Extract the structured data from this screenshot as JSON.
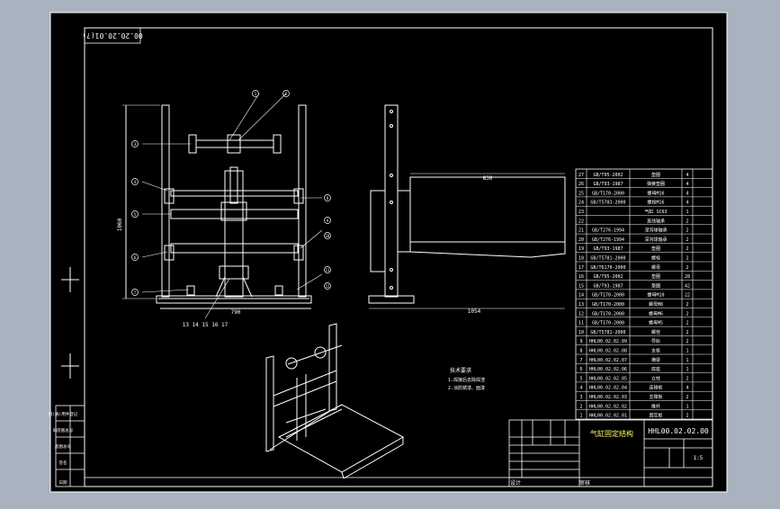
{
  "colors": {
    "workspace_bg": "#a9b3c0",
    "sheet_bg": "#000000",
    "line": "#ffffff",
    "accent": "#ffff66"
  },
  "sheet": {
    "drawing_code_rotated": "00.20.20.01(?)",
    "title_left": "气缸固定结构",
    "drawing_number": "HHL00.02.02.00",
    "scale": "1:5",
    "designer_label": "设计",
    "approve_label": "审核",
    "notes_title": "技术要求",
    "notes": [
      "1.焊接后去除焊渣",
      "2.涂防锈漆、面漆"
    ],
    "dims": {
      "front_width": "790",
      "front_height": "1060",
      "side_depth": "1054",
      "side_top": "830"
    },
    "front_balloons": [
      "1",
      "2",
      "3",
      "4",
      "5",
      "6",
      "7",
      "8",
      "9",
      "10",
      "11",
      "12"
    ],
    "bottom_callout": "13 14 15 16 17"
  },
  "bom": [
    {
      "no": "27",
      "code": "GB/T95-2002",
      "name": "垫圈",
      "qty": "4"
    },
    {
      "no": "26",
      "code": "GB/T93-1987",
      "name": "弹簧垫圈",
      "qty": "4"
    },
    {
      "no": "25",
      "code": "GB/T170-2000",
      "name": "螺母M16",
      "qty": "4"
    },
    {
      "no": "24",
      "code": "GB/T5783-2000",
      "name": "螺栓M16",
      "qty": "4"
    },
    {
      "no": "23",
      "code": "",
      "name": "气缸 SC63",
      "qty": "1"
    },
    {
      "no": "22",
      "code": "",
      "name": "直线轴承",
      "qty": "2"
    },
    {
      "no": "21",
      "code": "GB/T276-1994",
      "name": "深沟球轴承",
      "qty": "2"
    },
    {
      "no": "20",
      "code": "GB/T276-1994",
      "name": "深沟球轴承",
      "qty": "2"
    },
    {
      "no": "19",
      "code": "GB/T93-1987",
      "name": "垫圈",
      "qty": "2"
    },
    {
      "no": "18",
      "code": "GB/T5781-2000",
      "name": "螺栓",
      "qty": "2"
    },
    {
      "no": "17",
      "code": "GB/T6170-2000",
      "name": "螺母",
      "qty": "2"
    },
    {
      "no": "16",
      "code": "GB/T95-2002",
      "name": "垫圈",
      "qty": "28"
    },
    {
      "no": "15",
      "code": "GB/T93-1987",
      "name": "垫圈",
      "qty": "42"
    },
    {
      "no": "14",
      "code": "GB/T170-2000",
      "name": "螺母M10",
      "qty": "22"
    },
    {
      "no": "13",
      "code": "GB/T170-2000",
      "name": "螺母M8",
      "qty": "2"
    },
    {
      "no": "12",
      "code": "GB/T170-2000",
      "name": "螺母M6",
      "qty": "2"
    },
    {
      "no": "11",
      "code": "GB/T170-2000",
      "name": "螺母M5",
      "qty": "2"
    },
    {
      "no": "10",
      "code": "GB/T5781-2000",
      "name": "螺栓",
      "qty": "2"
    },
    {
      "no": "9",
      "code": "HHL00.02.02.09",
      "name": "导轨",
      "qty": "2"
    },
    {
      "no": "8",
      "code": "HHL00.02.02.08",
      "name": "支板",
      "qty": "1"
    },
    {
      "no": "7",
      "code": "HHL00.02.02.07",
      "name": "横梁",
      "qty": "1"
    },
    {
      "no": "6",
      "code": "HHL00.02.02.06",
      "name": "底座",
      "qty": "1"
    },
    {
      "no": "5",
      "code": "HHL00.02.02.05",
      "name": "立柱",
      "qty": "2"
    },
    {
      "no": "4",
      "code": "HHL00.02.02.04",
      "name": "连接板",
      "qty": "4"
    },
    {
      "no": "3",
      "code": "HHL00.02.02.03",
      "name": "支撑板",
      "qty": "2"
    },
    {
      "no": "2",
      "code": "HHL00.02.02.02",
      "name": "推杆",
      "qty": "1"
    },
    {
      "no": "1",
      "code": "HHL00.02.02.01",
      "name": "固定板",
      "qty": "2"
    }
  ],
  "left_strip": [
    "借(通)用件登记",
    "旧底图总号",
    "底图总号",
    "签名",
    "日期"
  ]
}
